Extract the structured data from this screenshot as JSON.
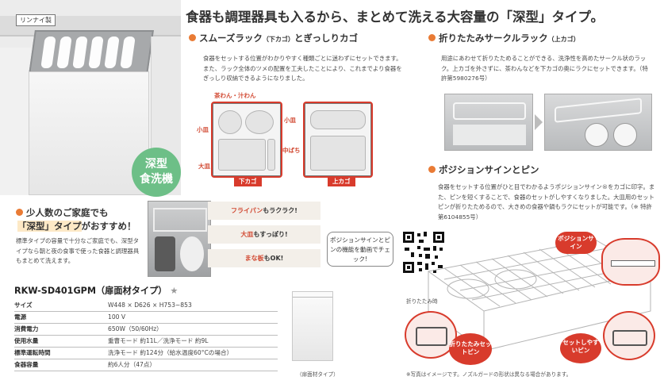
{
  "hero": {
    "maker_tag": "リンナイ製",
    "badge_line1": "深型",
    "badge_line2": "食洗機"
  },
  "main_title": "食器も調理器具も入るから、まとめて洗える大容量の「深型」タイプ。",
  "section_smooth": {
    "title": "スムーズラック",
    "title_small": "（下カゴ）",
    "title_rest": "とぎっしりカゴ",
    "body": "食器をセットする位置がわかりやすく種類ごとに迷わずにセットできます。また、ラック全体のツメの配置を工夫したことにより、これまでより食器をぎっしり収納できるようになりました。",
    "label_bowls": "茶わん・汁わん",
    "label_small_plate_left": "小皿",
    "label_small_plate_right": "小皿",
    "label_bowl_mid": "中ばち",
    "label_large_plate": "大皿",
    "tag_lower": "下カゴ",
    "tag_upper": "上カゴ"
  },
  "section_fold": {
    "title": "折りたたみサークルラック",
    "title_small": "（上カゴ）",
    "body": "用途にあわせて折りたためることができる、洗浄性を高めたサークル状のラック。上カゴを外さずに、茶わんなどを下カゴの奥にラクにセットできます。（特許第5980276号）"
  },
  "section_sign": {
    "title": "ポジションサインとピン",
    "body": "食器をセットする位置がひと目でわかるようポジションサイン®をカゴに印字。また、ピンを短くすることで、食器のセットがしやすくなりました。大皿用のセットピンが折りたためるので、大きめの食器や鍋もラクにセットが可能です。（※ 特許第6104855号）"
  },
  "small_family": {
    "title_line1": "少人数のご家庭でも",
    "title_line2_highlight": "「深型」タイプ",
    "title_line2_rest": "がおすすめ！",
    "body": "標準タイプの容量で十分なご家庭でも、深型タイプなら朝と夜の食事で使った食器と調理器具もまとめて洗えます。"
  },
  "pills": [
    {
      "hl": "フライパン",
      "rest": "もラクラク!"
    },
    {
      "hl": "大皿",
      "rest": "もすっぽり!"
    },
    {
      "hl": "まな板",
      "rest": "もOK!"
    }
  ],
  "qr_bubble": "ポジションサインとピンの機能を動画でチェック!",
  "spec": {
    "title": "RKW-SD401GPM（扉面材タイプ）",
    "star": "★",
    "rows": [
      {
        "k": "サイズ",
        "v": "W448 × D626 × H753~853"
      },
      {
        "k": "電源",
        "v": "100 V"
      },
      {
        "k": "消費電力",
        "v": "650W（50/60Hz）"
      },
      {
        "k": "使用水量",
        "v": "重曹モード 約11L／洗浄モード 約9L"
      },
      {
        "k": "標準運転時間",
        "v": "洗浄モード 約124分（給水温度60°Cの場合）"
      },
      {
        "k": "食器容量",
        "v": "約6人分（47点）"
      }
    ],
    "product_caption": "（扉面材タイプ）"
  },
  "diagram": {
    "fold_label": "折りたたみ時",
    "bubble_position": "ポジションサイン",
    "bubble_fold_pin": "折りたたみセットピン",
    "bubble_easy": "セットしやすいピン",
    "footnote": "※写真はイメージです。ノズルガードの形状は異なる場合があります。"
  },
  "colors": {
    "accent_orange": "#e97b35",
    "accent_red": "#d83b2c",
    "badge_green": "#6dbf87"
  }
}
